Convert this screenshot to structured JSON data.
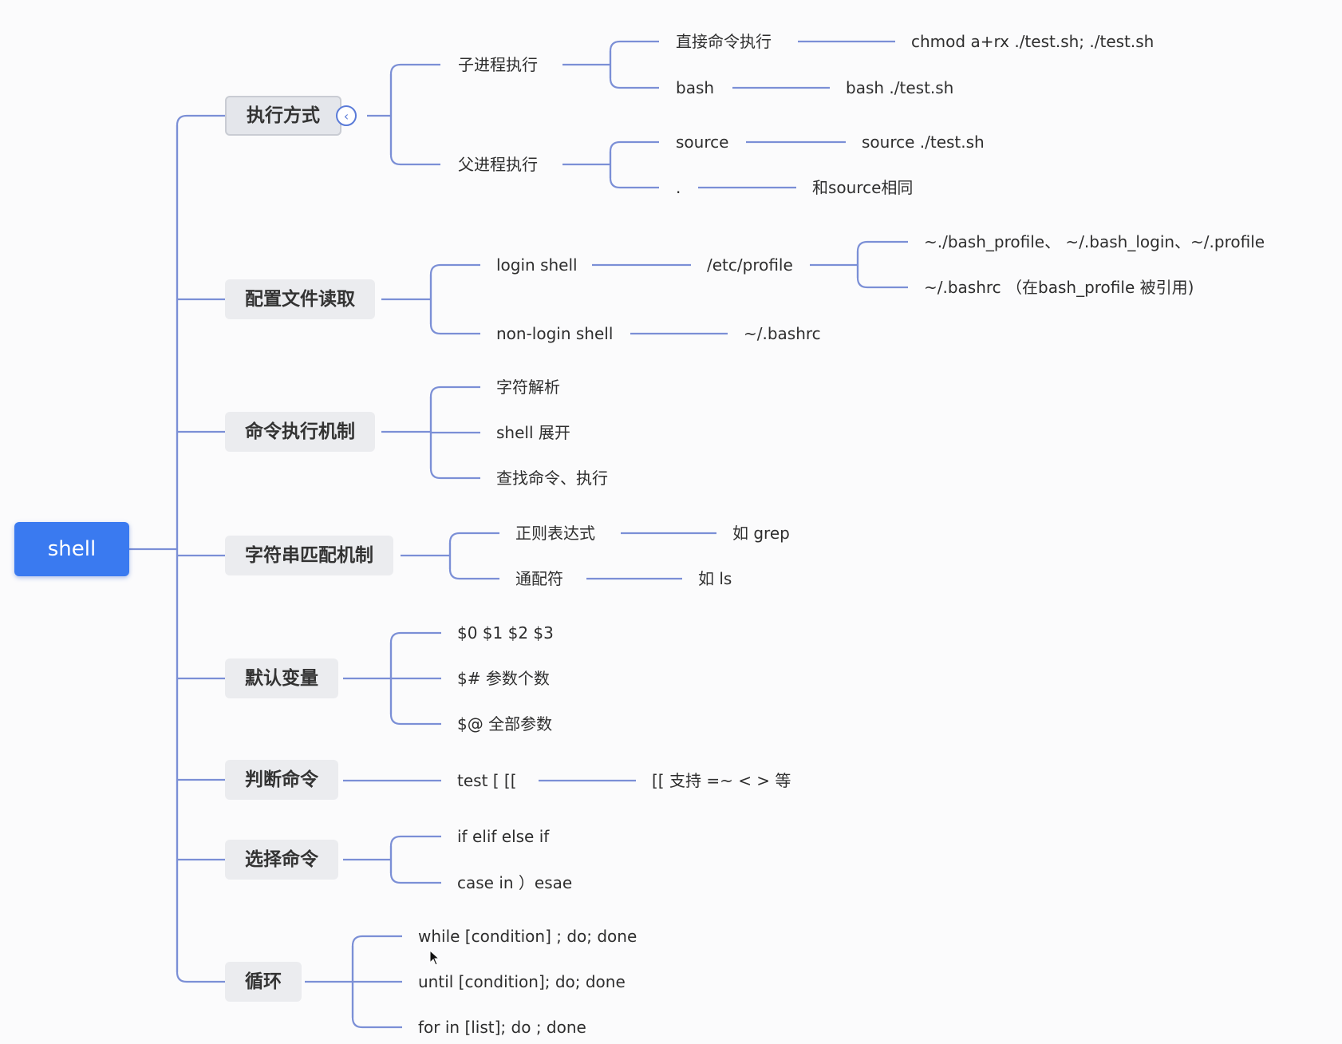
{
  "root": {
    "label": "shell"
  },
  "categories": [
    {
      "label": "执行方式"
    },
    {
      "label": "配置文件读取"
    },
    {
      "label": "命令执行机制"
    },
    {
      "label": "字符串匹配机制"
    },
    {
      "label": "默认变量"
    },
    {
      "label": "判断命令"
    },
    {
      "label": "选择命令"
    },
    {
      "label": "循环"
    }
  ],
  "exec": {
    "child": {
      "label": "子进程执行",
      "direct": {
        "label": "直接命令执行",
        "value": "chmod a+rx ./test.sh; ./test.sh"
      },
      "bash": {
        "label": "bash",
        "value": "bash ./test.sh"
      }
    },
    "parent": {
      "label": "父进程执行",
      "source": {
        "label": "source",
        "value": "source ./test.sh"
      },
      "dot": {
        "label": ".",
        "value": "和source相同"
      }
    }
  },
  "config": {
    "login": {
      "label": "login shell",
      "file": "/etc/profile",
      "a": "~./bash_profile、 ~/.bash_login、~/.profile",
      "b": "~/.bashrc （在bash_profile 被引用)"
    },
    "nonlogin": {
      "label": "non-login shell",
      "file": "~/.bashrc"
    }
  },
  "mechanism": [
    "字符解析",
    "shell 展开",
    "查找命令、执行"
  ],
  "matching": {
    "regex": {
      "label": "正则表达式",
      "value": "如 grep"
    },
    "glob": {
      "label": "通配符",
      "value": "如 ls"
    }
  },
  "vars": [
    "$0 $1 $2 $3",
    "$# 参数个数",
    "$@ 全部参数"
  ],
  "test": {
    "label": "test [ [[",
    "value": "[[ 支持 =~ < > 等"
  },
  "select": [
    "if elif else if",
    "case in ）esae"
  ],
  "loop": [
    "while [condition] ; do; done",
    "until [condition]; do; done",
    "for in [list]; do ; done"
  ],
  "icons": {
    "collapse": "chevron-left-icon",
    "cursor": "mouse-pointer-icon"
  }
}
